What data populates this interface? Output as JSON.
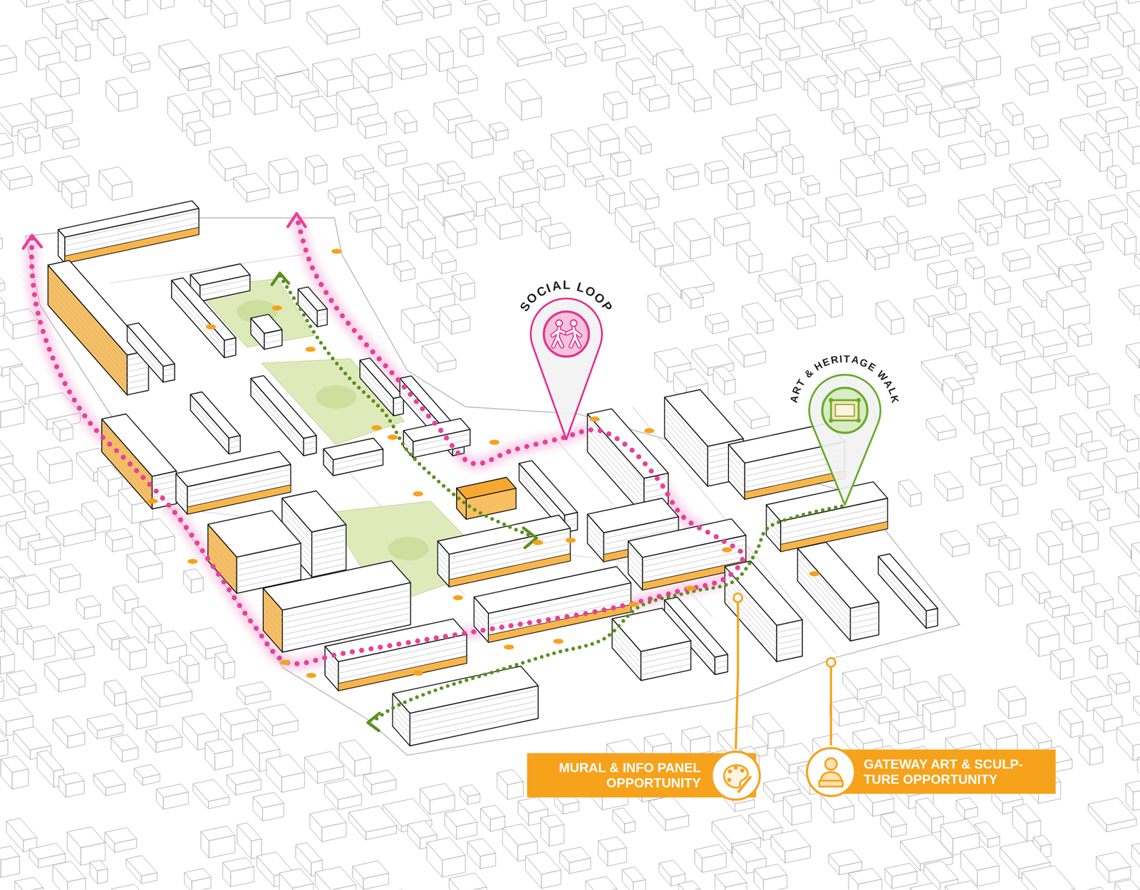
{
  "diagram": {
    "nodes": [
      {
        "text": [
          "SOCIAL LOOP"
        ]
      },
      {
        "text": [
          "ART & HERITAGE WALK"
        ]
      },
      {
        "text": [
          "MURAL & INFO PANEL OPPORTUNITY"
        ]
      },
      {
        "text": [
          "GATEWAY ART & SCULP- TURE OPPORTUNITY"
        ]
      }
    ]
  }
}
